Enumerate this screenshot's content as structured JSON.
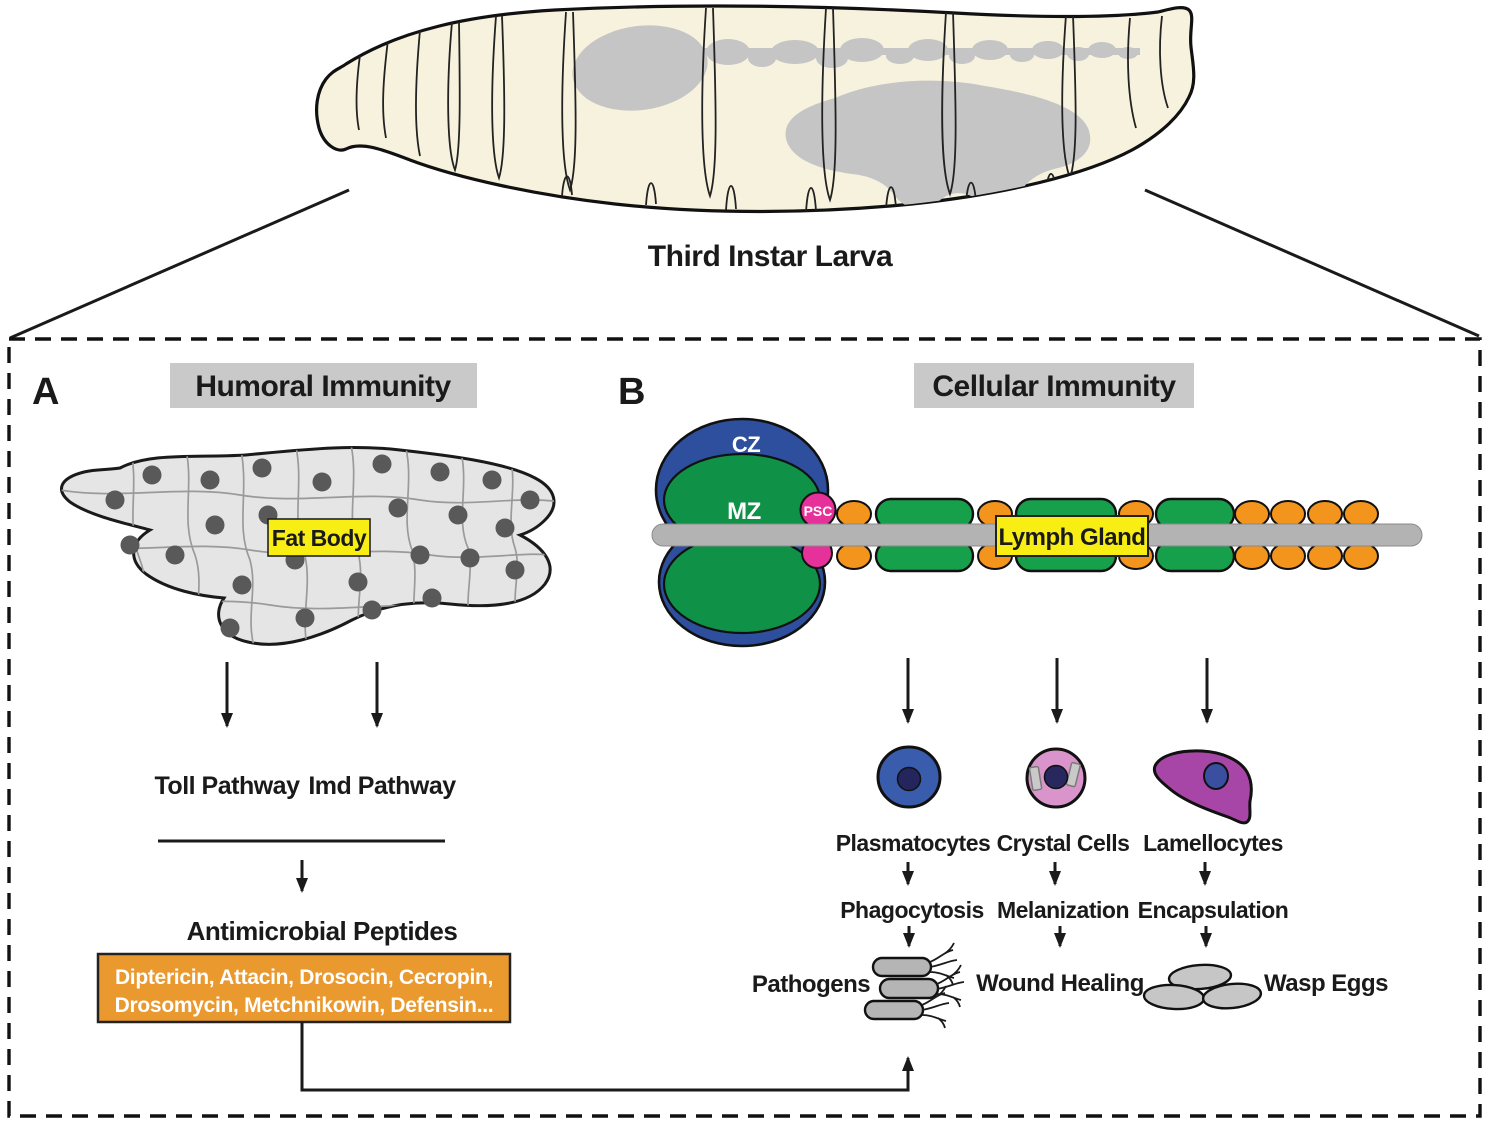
{
  "figure": {
    "larva_label": "Third Instar Larva"
  },
  "panel_a": {
    "letter": "A",
    "header": "Humoral Immunity",
    "fat_body_label": "Fat Body",
    "pathways": [
      "Toll Pathway",
      "Imd Pathway"
    ],
    "amp_title": "Antimicrobial Peptides",
    "amp_line1": "Diptericin, Attacin, Drosocin, Cecropin,",
    "amp_line2": "Drosomycin, Metchnikowin, Defensin..."
  },
  "panel_b": {
    "letter": "B",
    "header": "Cellular Immunity",
    "zones": {
      "cz": "CZ",
      "mz": "MZ",
      "psc": "PSC"
    },
    "lymph_gland_label": "Lymph Gland",
    "cells": [
      "Plasmatocytes",
      "Crystal Cells",
      "Lamellocytes"
    ],
    "functions": [
      "Phagocytosis",
      "Melanization",
      "Encapsulation"
    ],
    "targets": [
      "Pathogens",
      "Wound Healing",
      "Wasp Eggs"
    ]
  },
  "colors": {
    "larva_body": "#F7F2DE",
    "larva_organ_gray": "#C5C5C5",
    "header_gray": "#C9C9C9",
    "fat_body_fill": "#E5E5E5",
    "fat_body_lines": "#9A9A9A",
    "nucleus_gray": "#595959",
    "label_yellow": "#F8EE13",
    "amp_box_orange": "#E9992E",
    "cz_blue": "#2E4F9E",
    "mz_green": "#0F9147",
    "secondary_lobe_green": "#17A04B",
    "psc_pink": "#E6309A",
    "chain_orange": "#F3941D",
    "dorsal_vessel_gray": "#B3B3B3",
    "plasmatocyte_blue": "#3A5CAC",
    "cell_nucleus_navy": "#23255C",
    "crystal_cell_pink": "#D994CB",
    "crystal_gray": "#C9C9C9",
    "lamellocyte_purple": "#A846A8",
    "lamellocyte_nucleus_blue": "#3A4FA0",
    "bacteria_gray": "#B5B5B5",
    "egg_gray": "#C6C6C6"
  }
}
